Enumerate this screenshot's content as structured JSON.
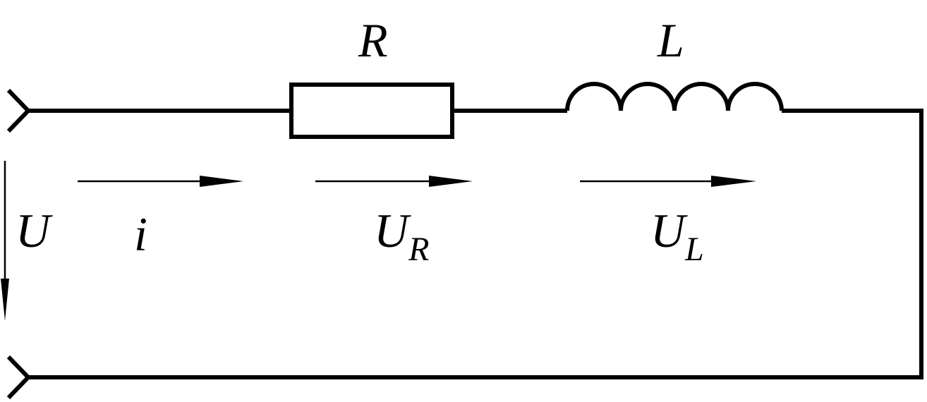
{
  "components": {
    "resistor": {
      "label": "R"
    },
    "inductor": {
      "label": "L"
    }
  },
  "quantities": {
    "source_voltage": {
      "symbol": "U"
    },
    "current": {
      "symbol": "i"
    },
    "resistor_voltage": {
      "symbol": "U",
      "subscript": "R"
    },
    "inductor_voltage": {
      "symbol": "U",
      "subscript": "L"
    }
  },
  "colors": {
    "line": "#000000",
    "background": "#ffffff"
  }
}
